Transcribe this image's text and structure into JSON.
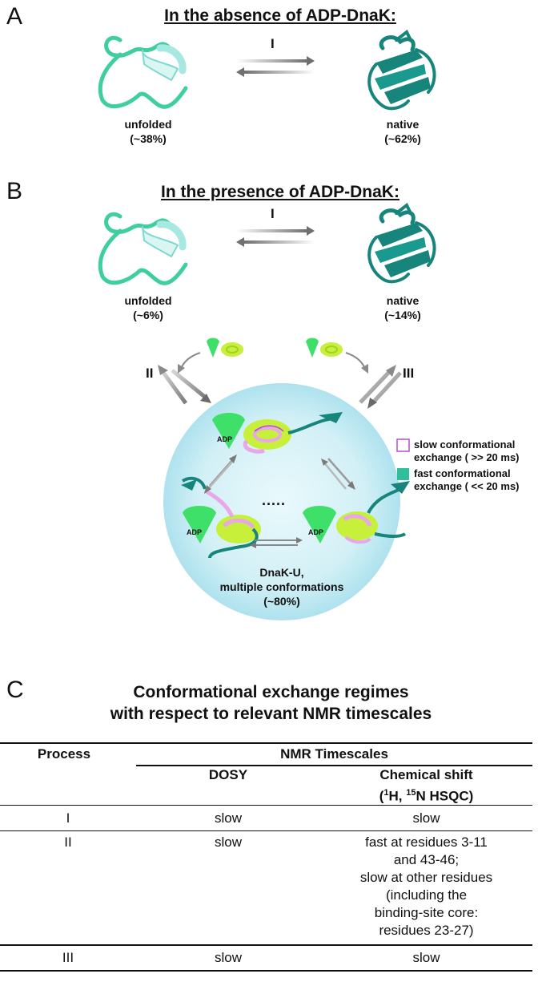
{
  "panel_a": {
    "letter": "A",
    "heading": "In the absence of ADP-DnaK:",
    "process_label": "I",
    "unfolded_label": "unfolded",
    "unfolded_pct": "(~38%)",
    "native_label": "native",
    "native_pct": "(~62%)"
  },
  "panel_b": {
    "letter": "B",
    "heading": "In the presence of ADP-DnaK:",
    "process_I": "I",
    "process_II": "II",
    "process_III": "III",
    "unfolded_label": "unfolded",
    "unfolded_pct": "(~6%)",
    "native_label": "native",
    "native_pct": "(~14%)",
    "adp_label": "ADP",
    "dots": ".....",
    "complex_line1": "DnaK-U,",
    "complex_line2": "multiple conformations",
    "complex_pct": "(~80%)",
    "legend": {
      "slow_line1": "slow conformational",
      "slow_line2": "exchange ( >> 20 ms)",
      "fast_line1": "fast conformational",
      "fast_line2": "exchange ( << 20 ms)",
      "slow_color": "#b24fd0",
      "fast_color": "#2fbf9a"
    }
  },
  "panel_c": {
    "letter": "C",
    "title_line1": "Conformational exchange regimes",
    "title_line2": "with respect to relevant NMR timescales",
    "table": {
      "col_process": "Process",
      "col_group": "NMR Timescales",
      "col_dosy": "DOSY",
      "col_cs_line1": "Chemical shift",
      "col_cs_line2_sup1": "1",
      "col_cs_line2_mid": "H, ",
      "col_cs_line2_sup2": "15",
      "col_cs_line2_end": "N HSQC)",
      "col_cs_line2_open": "(",
      "rows": [
        {
          "process": "I",
          "dosy": "slow",
          "cs": [
            "slow"
          ]
        },
        {
          "process": "II",
          "dosy": "slow",
          "cs": [
            "fast at residues 3-11",
            "and 43-46;",
            "slow at other residues",
            "(including the",
            "binding-site core:",
            "residues 23-27)"
          ]
        },
        {
          "process": "III",
          "dosy": "slow",
          "cs": [
            "slow"
          ]
        }
      ]
    }
  },
  "colors": {
    "teal_dark": "#17857c",
    "teal_light": "#3fcf9f",
    "green_dnak": "#3ee06a",
    "yellow_green": "#c6f03a",
    "bubble": "#cdeef5",
    "arrow_grey": "#8a8a8a"
  }
}
